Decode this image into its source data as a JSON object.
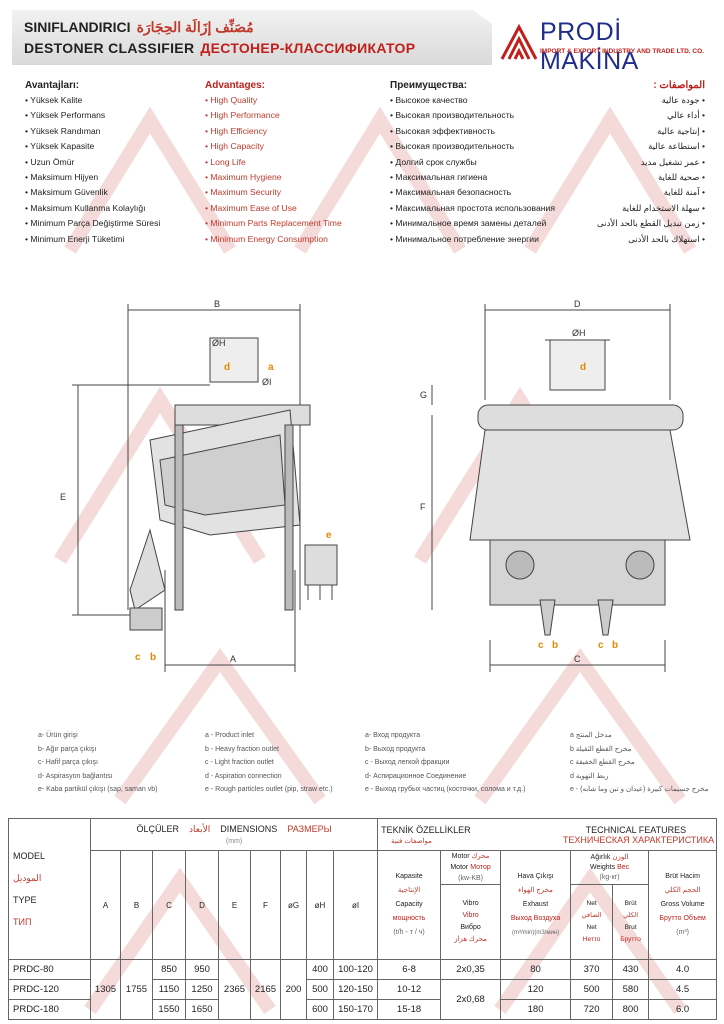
{
  "header": {
    "title_tr": "SINIFLANDIRICI",
    "title_ar": "مُصَنِّف إزَالَة الحِجَارَة",
    "title_en": "DESTONER  CLASSIFIER",
    "title_ru": "ДЕСТОНЕР-КЛАССИФИКАТОР"
  },
  "logo": {
    "name": "PRODİ MAKİNA",
    "tagline": "IMPORT & EXPORT INDUSTRY AND TRADE LTD. CO."
  },
  "advantages": {
    "tr": {
      "title": "Avantajları:",
      "items": [
        "Yüksek Kalite",
        "Yüksek Performans",
        "Yüksek Randıman",
        "Yüksek Kapasite",
        "Uzun Ömür",
        "Maksimum Hijyen",
        "Maksimum Güvenlik",
        "Maksimum Kullanma Kolaylığı",
        "Minimum Parça Değiştirme Süresi",
        "Minimum Enerji  Tüketimi"
      ]
    },
    "en": {
      "title": "Advantages:",
      "items": [
        "High Quality",
        "High Performance",
        "High Efficiency",
        "High Capacity",
        "Long Life",
        "Maximum Hygiene",
        "Maximum Security",
        "Maximum Ease of Use",
        "Minimum Parts Replacement Time",
        "Minimum Energy Consumption"
      ]
    },
    "ru": {
      "title": "Преимущества:",
      "items": [
        "Высокое качество",
        "Высокая производительность",
        "Высокая эффективность",
        "Высокая производительность",
        "Долгий срок службы",
        "Максимальная гигиена",
        "Максимальная безопасность",
        "Максимальная простота использования",
        "Минимальное время замены деталей",
        "Минимальное потребление энергии"
      ]
    },
    "ar": {
      "title": "المواصفات :",
      "items": [
        "جودة عالية",
        "أداء عالي",
        "إنتاجية عالية",
        "استطاعة عالية",
        "عمر تشغيل مديد",
        "صحية للغاية",
        "آمنة للغاية",
        "سهلة الاستخدام للغاية",
        "زمن تبديل القطع بالحد الأدنى",
        "استهلاك بالحد الأدنى"
      ]
    }
  },
  "drawing": {
    "dims": [
      "A",
      "B",
      "C",
      "D",
      "E",
      "F",
      "G",
      "ØH",
      "ØI"
    ],
    "ports": [
      "a",
      "b",
      "c",
      "d",
      "e"
    ]
  },
  "legend": {
    "tr": [
      "a- Ürün girişi",
      "b- Ağır parça çıkışı",
      "c- Hafif parça çıkışı",
      "d- Aspirasyon bağlantısı",
      "e- Kaba partikül çıkışı (sap, saman vb)"
    ],
    "en": [
      "a - Product inlet",
      "b - Heavy fraction outlet",
      "c - Light fraction outlet",
      "d - Aspiration connection",
      "e - Rough particles outlet (pip, straw etc.)"
    ],
    "ru": [
      "a- Вход продукта",
      "b- Выход продукта",
      "c - Выход легкой фракции",
      "d- Аспирационное Соединение",
      "e - Выход грубых частиц (косточки, солома и т.д.)"
    ],
    "ar": [
      "مدخل المنتج a",
      "مخرج القطع الثقيلة b",
      "مخرج القطع الخفيفة c",
      "ربط التهوية d",
      "مخرج جسيمات كبيرة (عيدان و تبن وما شابه) - e"
    ]
  },
  "table": {
    "model_labels": {
      "en": "MODEL",
      "ar": "الموديل",
      "type": "TYPE",
      "ru": "ТИП"
    },
    "dims_header": {
      "tr": "ÖLÇÜLER",
      "ar": "الأبعاد",
      "en": "DIMENSIONS",
      "ru": "РАЗМЕРЫ",
      "unit": "(mm)"
    },
    "tech_header": {
      "tr": "TEKNİK ÖZELLİKLER",
      "ar": "مواصفات فنية",
      "en": "TECHNICAL FEATURES",
      "ru": "ТЕХНИЧЕСКАЯ ХАРАКТЕРИСТИКА"
    },
    "dim_cols": [
      "A",
      "B",
      "C",
      "D",
      "E",
      "F",
      "øG",
      "øH",
      "øI"
    ],
    "capacity": {
      "tr": "Kapasite",
      "ar": "الإنتاجية",
      "en": "Capacity",
      "ru": "мощность",
      "unit": "(t/h - т / ч)"
    },
    "motor": {
      "tr": "Motor",
      "ar": "محرك",
      "en": "Motor",
      "ru": "Мотор",
      "unit": "(kw-KB)",
      "vibro_en": "Vibro",
      "vibro_tr": "Vibro",
      "vibro_ru": "Вибро",
      "vibro_ar": "محرك هزاز"
    },
    "exhaust": {
      "tr": "Hava Çıkışı",
      "ar": "مخرج الهواء",
      "en": "Exhaust",
      "ru": "Выход Воздуха",
      "unit": "(m³/min)(m3/мин)"
    },
    "weight": {
      "tr": "Ağırlık",
      "ar": "الوزن",
      "en": "Weights",
      "ru": "Вес",
      "unit": "(kg-кг)",
      "net": "Net",
      "net_ar": "الصافي",
      "net_en": "Net",
      "net_ru": "Нетто",
      "brut": "Brüt",
      "brut_ar": "الكلي",
      "brut_en": "Brut",
      "brut_ru": "Брутто"
    },
    "volume": {
      "tr": "Brüt Hacim",
      "ar": "الحجم الكلي",
      "en": "Gross Volume",
      "ru": "Брутто Объем",
      "unit": "(m³)"
    },
    "rows": [
      {
        "model": "PRDC-80",
        "C": "850",
        "D": "950",
        "H": "400",
        "I": "100-120",
        "capacity": "6-8",
        "exhaust": "80",
        "net": "370",
        "brut": "430",
        "volume": "4.0"
      },
      {
        "model": "PRDC-120",
        "C": "1150",
        "D": "1250",
        "H": "500",
        "I": "120-150",
        "capacity": "10-12",
        "exhaust": "120",
        "net": "500",
        "brut": "580",
        "volume": "4.5"
      },
      {
        "model": "PRDC-180",
        "C": "1550",
        "D": "1650",
        "H": "600",
        "I": "150-170",
        "capacity": "15-18",
        "exhaust": "180",
        "net": "720",
        "brut": "800",
        "volume": "6.0"
      }
    ],
    "shared": {
      "A": "1305",
      "B": "1755",
      "E": "2365",
      "F": "2165",
      "G": "200",
      "motor_80": "2x0,35",
      "motor_120_180": "2x0,68"
    }
  },
  "colors": {
    "brand_blue": "#1f2d8c",
    "brand_red": "#c0201b",
    "dim_orange": "#e08a00"
  }
}
